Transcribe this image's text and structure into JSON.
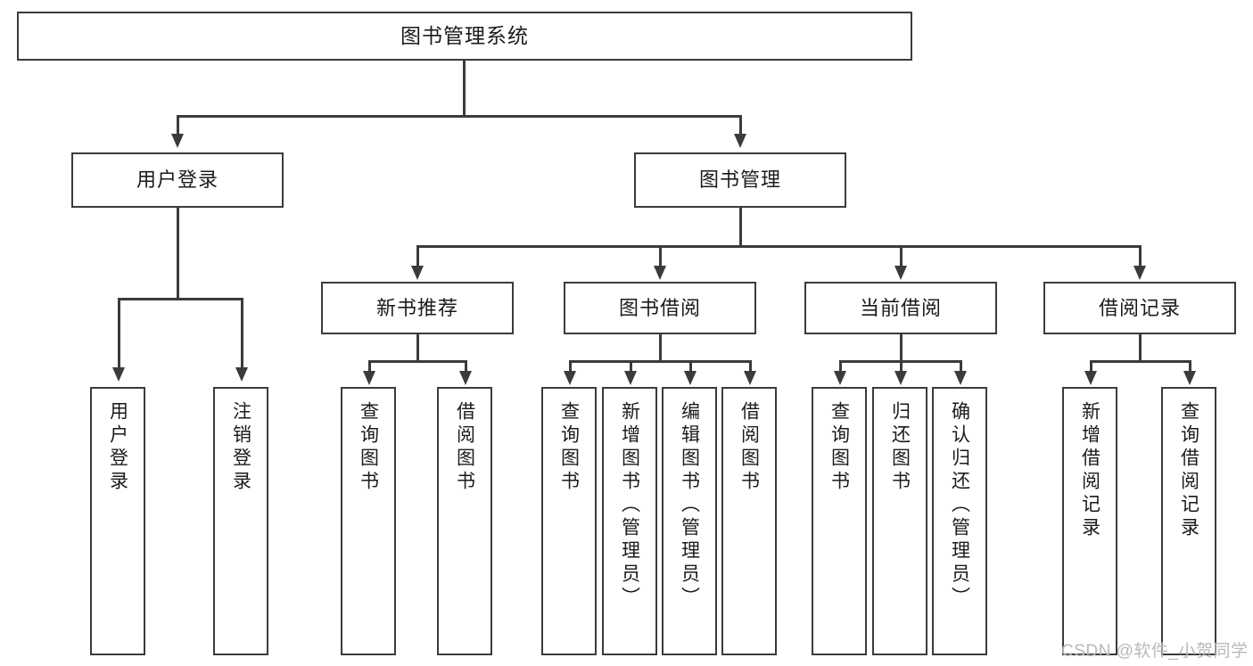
{
  "diagram": {
    "type": "tree-hierarchy",
    "title": "图书管理系统",
    "watermark": "CSDN @软件_小贺同学",
    "colors": {
      "stroke": "#3b3b3b",
      "fill": "#ffffff",
      "text": "#1b1b1b",
      "watermark": "#b9b9b9"
    },
    "nodes": {
      "root": {
        "label": "图书管理系统"
      },
      "level1": [
        {
          "id": "user-login",
          "label": "用户登录"
        },
        {
          "id": "book-manage",
          "label": "图书管理"
        }
      ],
      "level2": [
        {
          "id": "new-book-recommend",
          "label": "新书推荐"
        },
        {
          "id": "book-borrow",
          "label": "图书借阅"
        },
        {
          "id": "current-borrow",
          "label": "当前借阅"
        },
        {
          "id": "borrow-record",
          "label": "借阅记录"
        }
      ],
      "leaves": {
        "user_login": [
          {
            "id": "leaf-user-login",
            "label": "用户登录"
          },
          {
            "id": "leaf-user-logout",
            "label": "注销登录"
          }
        ],
        "new_book_recommend": [
          {
            "id": "leaf-query-book-1",
            "label": "查询图书"
          },
          {
            "id": "leaf-borrow-book-1",
            "label": "借阅图书"
          }
        ],
        "book_borrow": [
          {
            "id": "leaf-query-book-2",
            "label": "查询图书"
          },
          {
            "id": "leaf-add-book",
            "label": "新增图书（管理员）"
          },
          {
            "id": "leaf-edit-book",
            "label": "编辑图书（管理员）"
          },
          {
            "id": "leaf-borrow-book-2",
            "label": "借阅图书"
          }
        ],
        "current_borrow": [
          {
            "id": "leaf-query-book-3",
            "label": "查询图书"
          },
          {
            "id": "leaf-return-book",
            "label": "归还图书"
          },
          {
            "id": "leaf-confirm-return",
            "label": "确认归还（管理员）"
          }
        ],
        "borrow_record": [
          {
            "id": "leaf-add-record",
            "label": "新增借阅记录"
          },
          {
            "id": "leaf-query-record",
            "label": "查询借阅记录"
          }
        ]
      }
    }
  }
}
